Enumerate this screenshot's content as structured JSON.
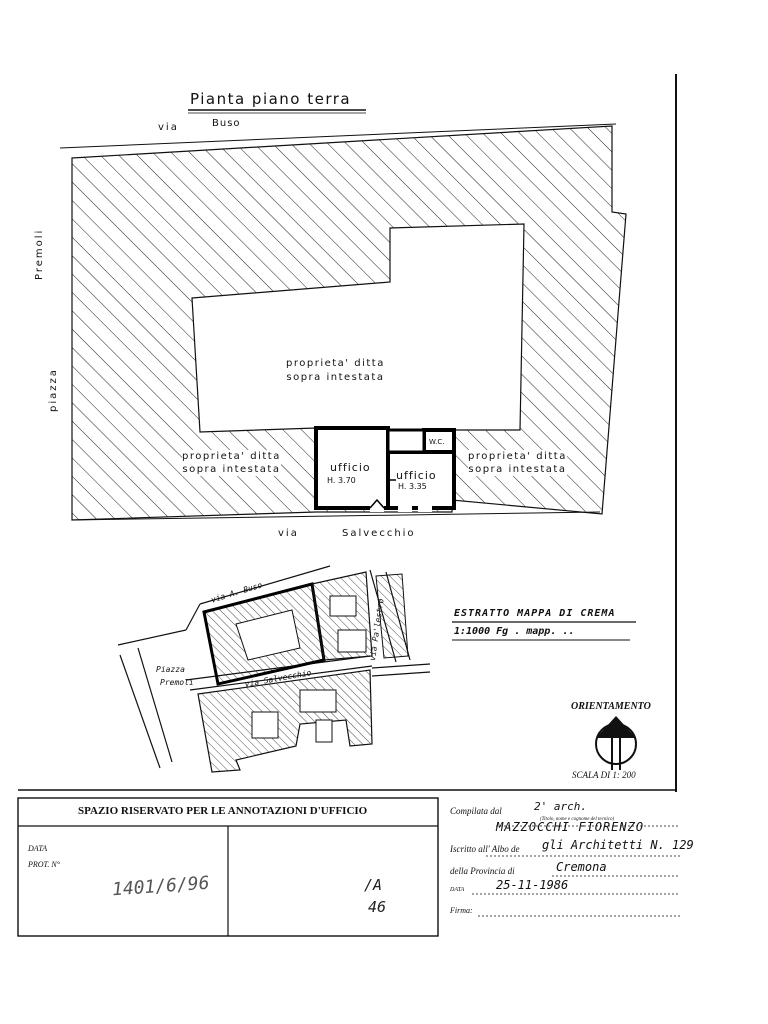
{
  "plan": {
    "title": "Pianta piano terra",
    "street_top_via": "via",
    "street_top_name": "Buso",
    "left_label_piazza": "piazza",
    "left_label_premoli": "Premoli",
    "center_owner": "proprieta' ditta\nsopra intestata",
    "left_owner": "proprieta' ditta\nsopra intestata",
    "right_owner": "proprieta' ditta\nsopra intestata",
    "room1_name": "ufficio",
    "room1_height": "H. 3.70",
    "room2_name": "ufficio",
    "room2_height": "H. 3.35",
    "wc_label": "W.C.",
    "street_bottom_via": "via",
    "street_bottom_name": "Salvecchio"
  },
  "site_map": {
    "street_buso": "via A. Buso",
    "street_salvecchio": "via Salvecchio",
    "street_right": "via Pa'lestro",
    "piazza_line1": "Piazza",
    "piazza_line2": "Premoli",
    "extract_title": "ESTRATTO MAPPA DI CREMA",
    "extract_detail": "1:1000  Fg .  mapp.  ..",
    "orientation": "ORIENTAMENTO",
    "scale": "SCALA DI 1: 200"
  },
  "form": {
    "reserved_header": "SPAZIO RISERVATO PER LE ANNOTAZIONI D'UFFICIO",
    "data_label": "DATA",
    "prot_label": "PROT. N°",
    "stamp_number": "1401/6/96",
    "stamp_right_1": "/A",
    "stamp_right_2": "46",
    "compiled_label": "Compilata dal",
    "compiled_value": "2' arch.",
    "compiled_caption": "(Titolo, nome e cognome del tecnico)",
    "technician_name": "MAZZOCCHI  FIORENZO",
    "albo_label": "Iscritto all' Albo de",
    "albo_value": "gli  Architetti  N. 129",
    "province_label": "della Provincia di",
    "province_value": "Cremona",
    "date_label": "DATA",
    "date_value": "25-11-1986",
    "signature_label": "Firma:"
  }
}
